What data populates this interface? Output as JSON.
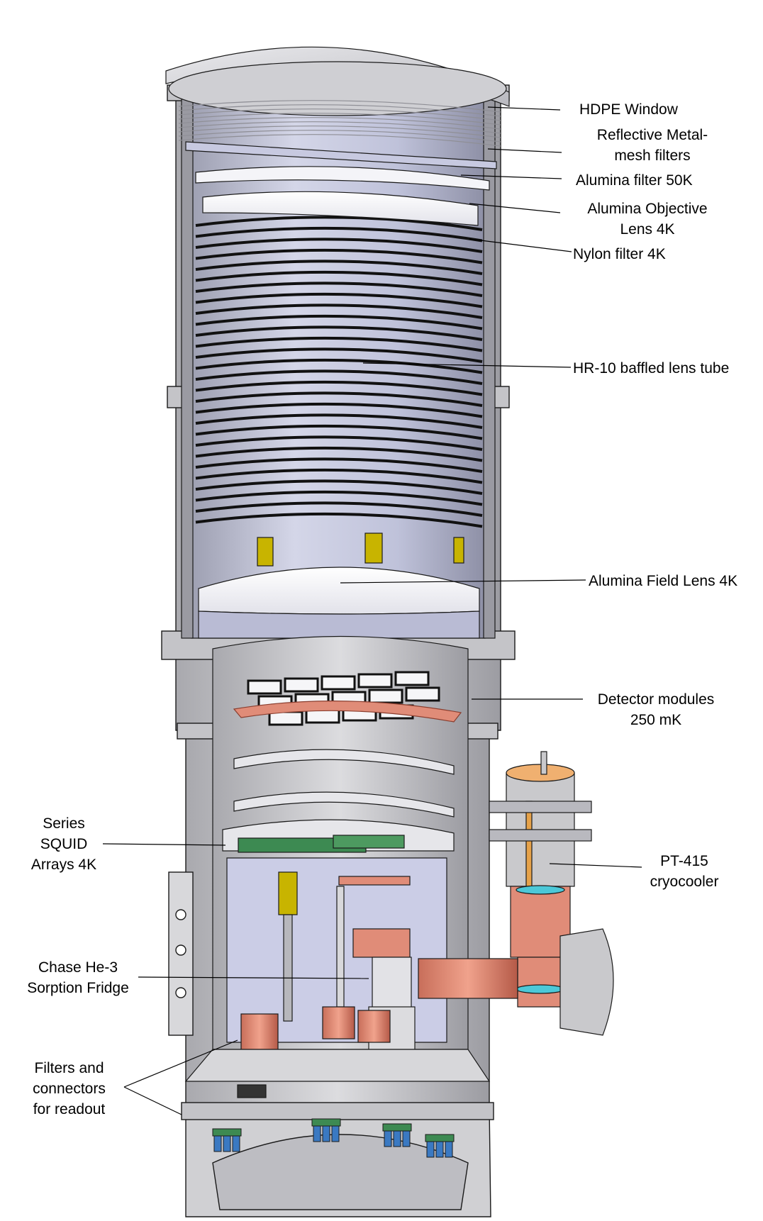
{
  "labels": {
    "hdpe_window": [
      "HDPE Window"
    ],
    "metal_mesh": [
      "Reflective Metal-",
      "mesh filters"
    ],
    "alumina_filter": [
      "Alumina filter 50K"
    ],
    "objective_lens": [
      "Alumina Objective",
      "Lens 4K"
    ],
    "nylon_filter": [
      "Nylon filter 4K"
    ],
    "lens_tube": [
      "HR-10 baffled lens tube"
    ],
    "field_lens": [
      "Alumina Field Lens 4K"
    ],
    "detector_modules": [
      "Detector modules",
      "250 mK"
    ],
    "squid_arrays": [
      "Series",
      "SQUID",
      "Arrays 4K"
    ],
    "pt415": [
      "PT-415",
      "cryocooler"
    ],
    "he3_fridge": [
      "Chase He-3",
      "Sorption Fridge"
    ],
    "readout_filters": [
      "Filters and",
      "connectors",
      "for readout"
    ]
  },
  "colors": {
    "outline": "#1a1a1a",
    "steel": "#c9c9cc",
    "steel_dark": "#9a9aa0",
    "baffle_fill": "#b8bcd6",
    "interior": "#cbcde6",
    "lens": "#f4f4f8",
    "copper": "#e08c78",
    "copper_dark": "#b9604e",
    "pcb": "#3d8a52",
    "connector_blue": "#3a79c2",
    "gold": "#c8b400",
    "cryocooler_top": "#f0b070",
    "cyan": "#4cc8d8"
  }
}
